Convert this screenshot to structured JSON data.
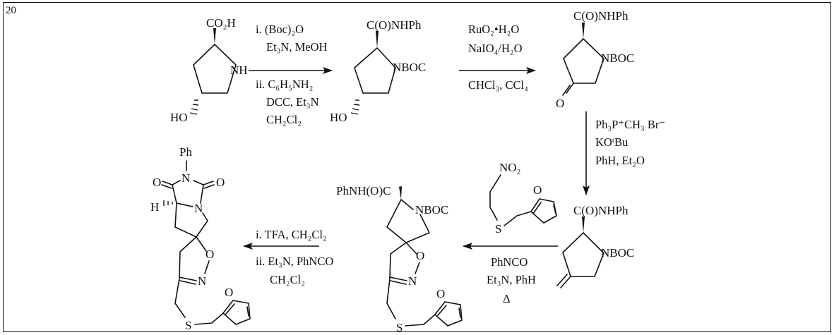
{
  "figure_number": "20",
  "compounds": {
    "hydroxyproline": {
      "acid": "CO₂H",
      "amine": "NH",
      "hydroxyl": "HO"
    },
    "anilide": {
      "amide": "C(O)NHPh",
      "nboc": "NBOC",
      "hydroxyl": "HO"
    },
    "ketone": {
      "amide": "C(O)NHPh",
      "nboc": "NBOC",
      "oxygen": "O"
    },
    "alkene": {
      "amide": "C(O)NHPh",
      "nboc": "NBOC"
    },
    "nitro_reagent": {
      "nitro": "NO₂",
      "sulfur": "S",
      "furan_o": "O"
    },
    "isoxazoline": {
      "amide": "PhNH(O)C",
      "nboc": "NBOC",
      "ring_o": "O",
      "ring_n": "N",
      "sulfur": "S",
      "furan_o": "O"
    },
    "hydantoin": {
      "phenyl": "Ph",
      "n_top": "N",
      "n_ring": "N",
      "o_left": "O",
      "o_right": "O",
      "h": "H",
      "ring_o": "O",
      "ring_n": "N",
      "sulfur": "S",
      "furan_o": "O"
    }
  },
  "steps": {
    "step1": {
      "line1": "i. (Boc)₂O",
      "line2": "Et₃N, MeOH",
      "line3": "ii. C₆H₅NH₂",
      "line4": "DCC, Et₃N",
      "line5": "CH₂Cl₂"
    },
    "step2": {
      "line1": "RuO₂•H₂O",
      "line2": "NaIO₄/H₂O",
      "line3": "CHCl₃, CCl₄"
    },
    "step3": {
      "line1": "Ph₃P⁺CH₃ Br⁻",
      "line2": "KOᵗBu",
      "line3": "PhH, Et₂O"
    },
    "step4": {
      "line1": "PhNCO",
      "line2": "Et₃N, PhH",
      "line3": "Δ"
    },
    "step5": {
      "line1": "i.  TFA, CH₂Cl₂",
      "line2": "ii. Et₃N, PhNCO",
      "line3": "CH₂Cl₂"
    }
  }
}
